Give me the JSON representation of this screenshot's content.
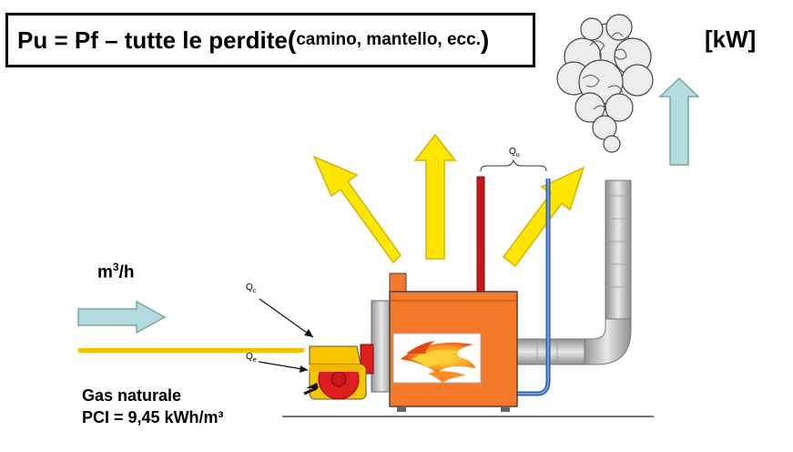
{
  "title": {
    "main": "Pu = Pf – tutte le perdite ",
    "paren_open": "(",
    "detail": "camino, mantello, ecc.",
    "paren_close": ")"
  },
  "unit_label": "[kW]",
  "flow_label": {
    "base": "m",
    "exp": "3",
    "rest": "/h"
  },
  "gas": {
    "line1": "Gas naturale",
    "line2": "PCI = 9,45 kWh/m³"
  },
  "labels": {
    "qc": {
      "base": "Q",
      "sub": "c"
    },
    "qe": {
      "base": "Q",
      "sub": "e"
    },
    "qu": {
      "base": "Q",
      "sub": "u"
    }
  },
  "colors": {
    "boiler": "#f47a2a",
    "flame_arrow": "#ffe600",
    "gas_line": "#f2c400",
    "inflow_arrow": "#b3dbe0",
    "smoke_arrow": "#b3dbe0",
    "hot_pipe": "#c8161b",
    "cold_pipe": "#2a5fb5",
    "chimney": "#c0c0c0",
    "burner_body": "#e01e1e",
    "burner_top": "#f7c600"
  },
  "icons": {
    "smoke": "smoke-cloud-icon",
    "flame": "flame-icon"
  }
}
